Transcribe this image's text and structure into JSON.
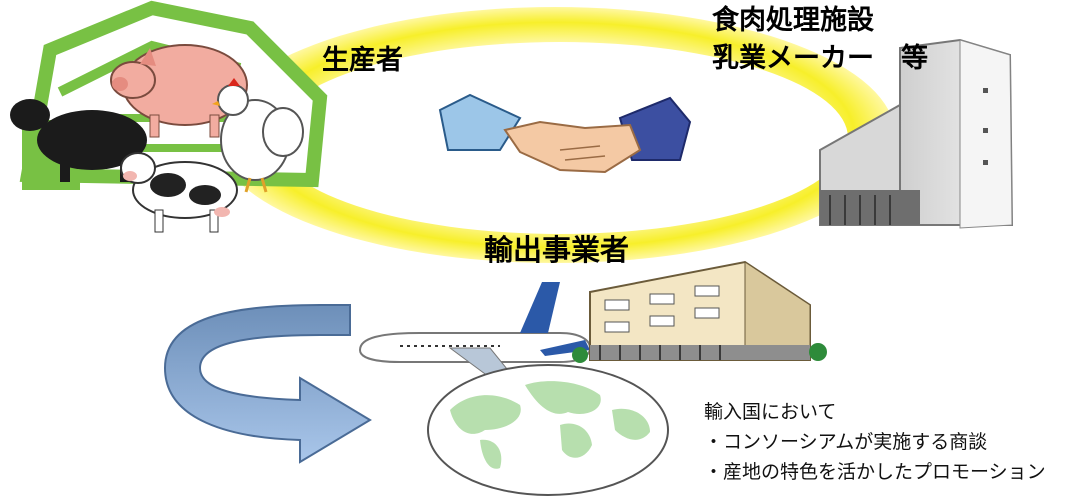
{
  "labels": {
    "producer": "生産者",
    "plant_line1": "食肉処理施設",
    "plant_line2": "乳業メーカー　等",
    "exporter": "輸出事業者"
  },
  "note": {
    "heading": "輸入国において",
    "item1": "・コンソーシアムが実施する商談",
    "item2": "・産地の特色を活かしたプロモーション"
  },
  "colors": {
    "ring": "#f5ee1c",
    "ring_inner": "#fffde0",
    "barn": "#78c144",
    "arrow": "#87acd8",
    "globe_land": "#b7dfae",
    "plane_tail": "#2b59a8"
  },
  "icons": [
    "barn-icon",
    "pig-icon",
    "chicken-icon",
    "black-cow-icon",
    "dairy-cow-icon",
    "handshake-icon",
    "factory-icon",
    "airplane-icon",
    "office-building-icon",
    "world-globe-icon",
    "curved-arrow-icon"
  ]
}
